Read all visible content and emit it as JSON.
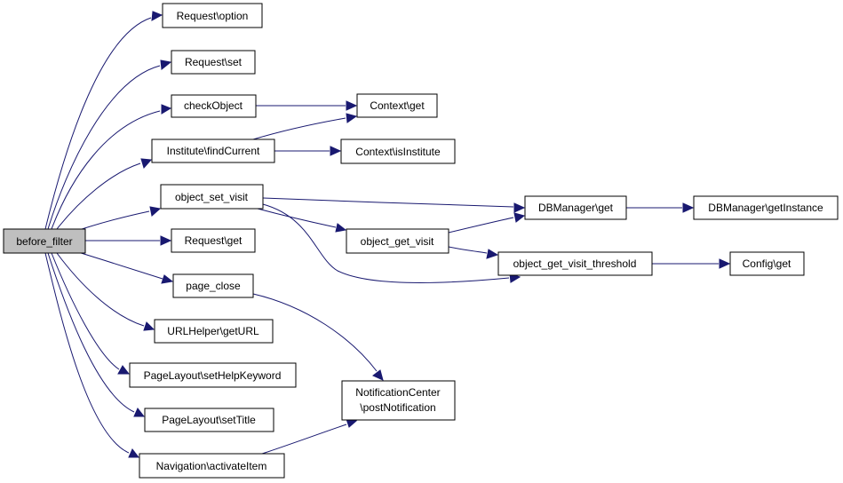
{
  "colors": {
    "edge": "#191970",
    "node_fill": "#ffffff",
    "root_fill": "#bfbfbf",
    "border": "#000000"
  },
  "nodes": {
    "before_filter": {
      "label": "before_filter"
    },
    "request_option": {
      "label": "Request\\option"
    },
    "request_set": {
      "label": "Request\\set"
    },
    "check_object": {
      "label": "checkObject"
    },
    "context_get": {
      "label": "Context\\get"
    },
    "institute_find_current": {
      "label": "Institute\\findCurrent"
    },
    "context_is_institute": {
      "label": "Context\\isInstitute"
    },
    "object_set_visit": {
      "label": "object_set_visit"
    },
    "dbmanager_get": {
      "label": "DBManager\\get"
    },
    "dbmanager_get_instance": {
      "label": "DBManager\\getInstance"
    },
    "object_get_visit": {
      "label": "object_get_visit"
    },
    "object_get_visit_threshold": {
      "label": "object_get_visit_threshold"
    },
    "config_get": {
      "label": "Config\\get"
    },
    "request_get": {
      "label": "Request\\get"
    },
    "page_close": {
      "label": "page_close"
    },
    "urlhelper_get_url": {
      "label": "URLHelper\\getURL"
    },
    "notification_center": {
      "label_line1": "NotificationCenter",
      "label_line2": "\\postNotification"
    },
    "pagelayout_set_help_keyword": {
      "label": "PageLayout\\setHelpKeyword"
    },
    "pagelayout_set_title": {
      "label": "PageLayout\\setTitle"
    },
    "navigation_activate_item": {
      "label": "Navigation\\activateItem"
    }
  }
}
